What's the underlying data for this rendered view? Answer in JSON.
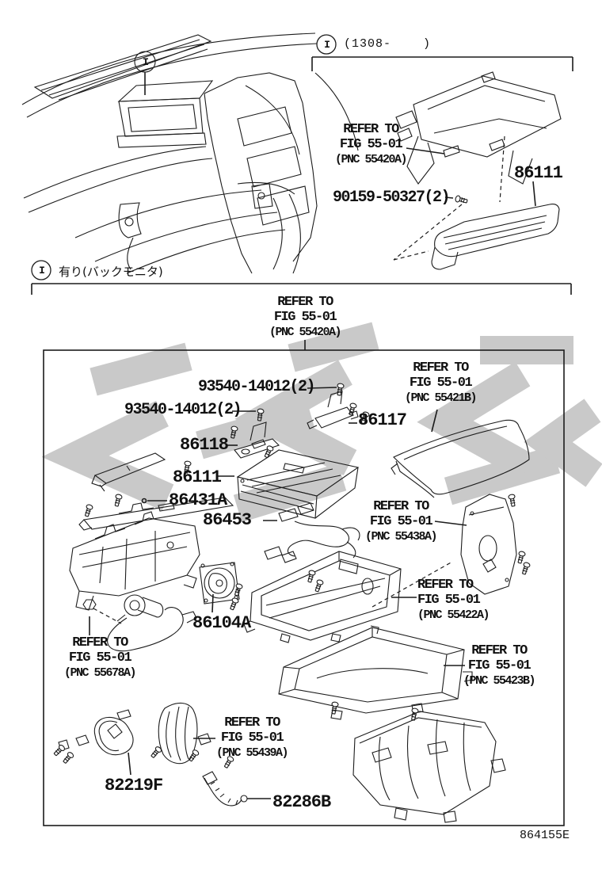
{
  "figure": {
    "doc_code": "864155E",
    "callout_symbol": "I",
    "variant_range": "(1308-    )",
    "variant_note": "有り(バックモニタ)"
  },
  "top_section": {
    "refer_55420a": {
      "l1": "REFER TO",
      "l2": "FIG 55-01",
      "l3": "(PNC 55420A)"
    },
    "screw_part": "90159-50327(2)",
    "part_86111": "86111"
  },
  "main_section": {
    "header_refer": {
      "l1": "REFER TO",
      "l2": "FIG 55-01",
      "l3": "(PNC 55420A)"
    },
    "parts": {
      "screw_a": "93540-14012(2)",
      "screw_b": "93540-14012(2)",
      "p86118": "86118",
      "p86117": "86117",
      "p86111": "86111",
      "p86431a": "86431A",
      "p86453": "86453",
      "p86104a": "86104A",
      "p82219f": "82219F",
      "p82286b": "82286B"
    },
    "refs": {
      "r55421b": {
        "l1": "REFER TO",
        "l2": "FIG 55-01",
        "l3": "(PNC 55421B)"
      },
      "r55438a": {
        "l1": "REFER TO",
        "l2": "FIG 55-01",
        "l3": "(PNC 55438A)"
      },
      "r55422a": {
        "l1": "REFER TO",
        "l2": "FIG 55-01",
        "l3": "(PNC 55422A)"
      },
      "r55678a": {
        "l1": "REFER TO",
        "l2": "FIG 55-01",
        "l3": "(PNC 55678A)"
      },
      "r55423b": {
        "l1": "REFER TO",
        "l2": "FIG 55-01",
        "l3": "(PNC 55423B)"
      },
      "r55439a": {
        "l1": "REFER TO",
        "l2": "FIG 55-01",
        "l3": "(PNC 55439A)"
      }
    }
  },
  "colors": {
    "line": "#1c1c1c",
    "watermark": "#c9c9c9"
  }
}
